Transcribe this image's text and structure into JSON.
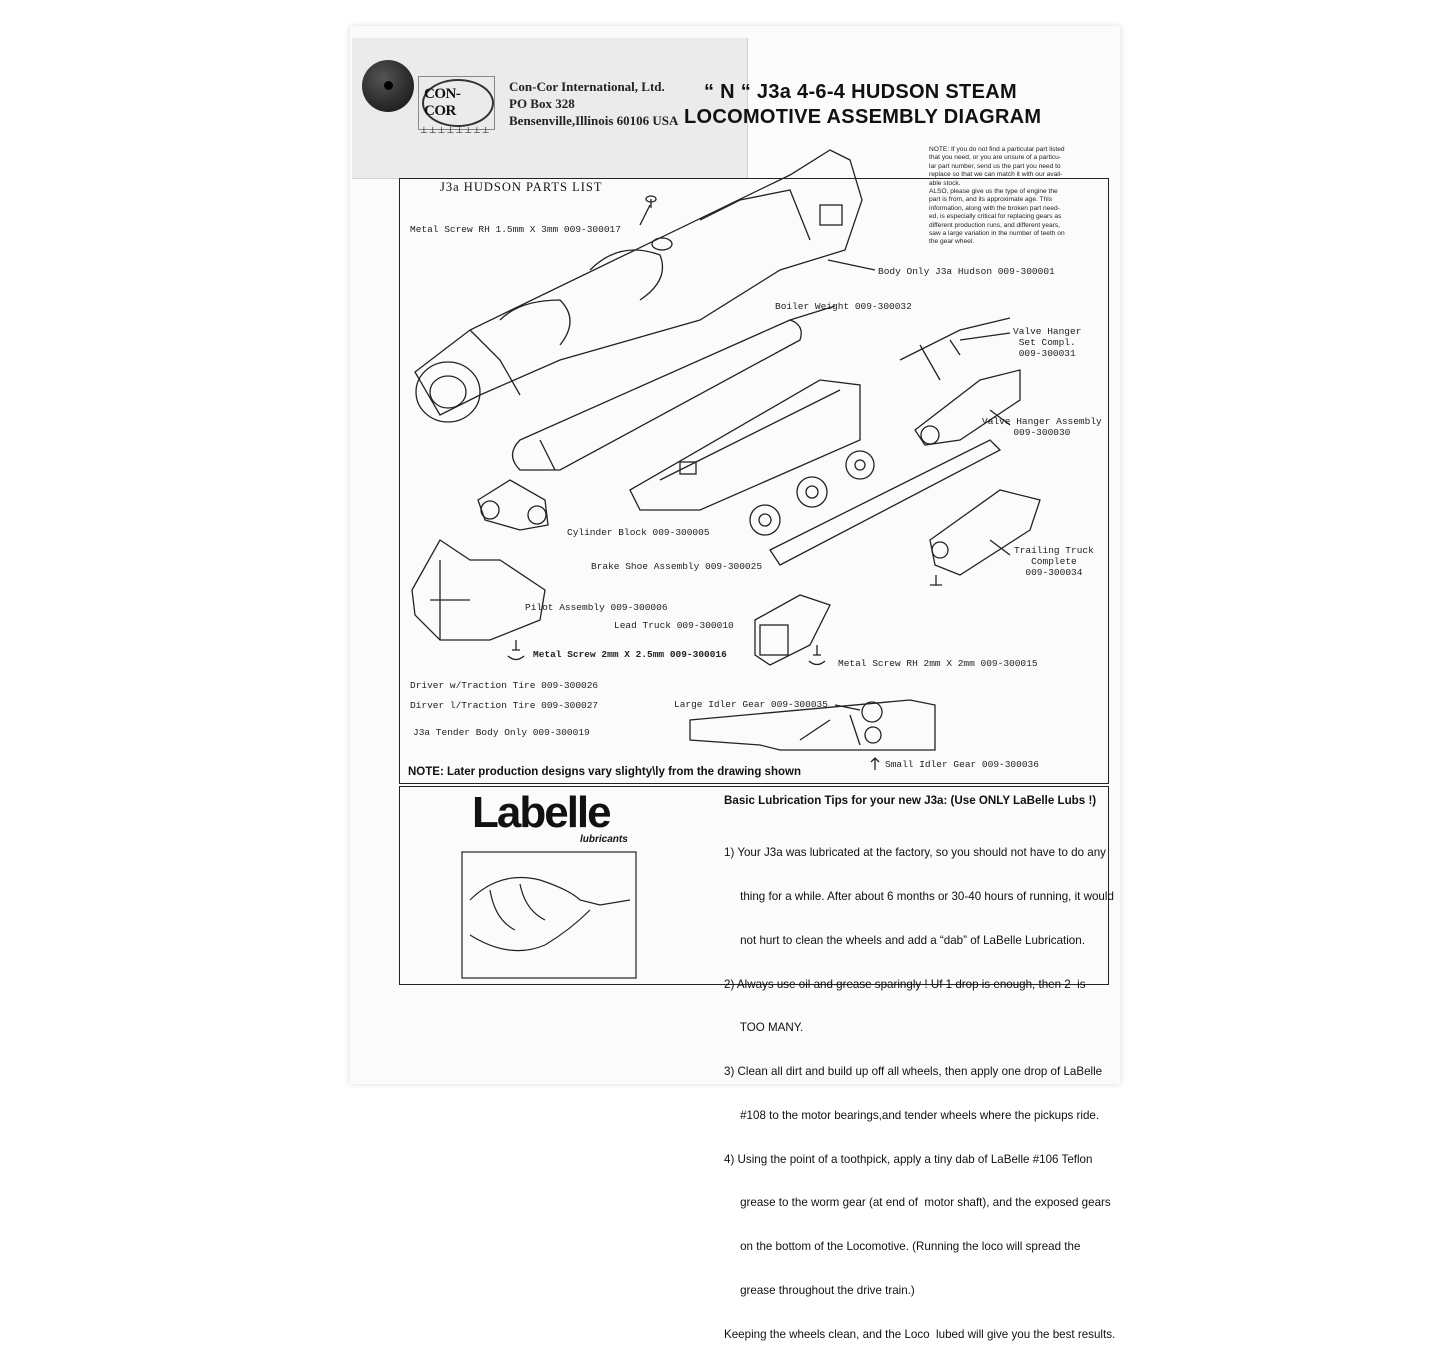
{
  "company": {
    "logo_text": "CON-COR",
    "name": "Con-Cor International, Ltd.",
    "address1": "PO Box 328",
    "address2": "Bensenville,Illinois 60106 USA"
  },
  "header": {
    "title1": "“ N “ J3a  4-6-4  HUDSON STEAM",
    "title2": "LOCOMOTIVE ASSEMBLY DIAGRAM"
  },
  "note_top": [
    "NOTE: If you do not find a particular part listed",
    "that you need, or you are unsure of a particu-",
    "lar part number, send us the part you need to",
    "replace so that we can match it with our avail-",
    "able stock.",
    "ALSO, please give us the type of engine the",
    "part is from, and its approximate age. This",
    "information, along with the broken part need-",
    "ed, is especially critical for replacing gears as",
    "different production runs, and different years,",
    "saw a large variation in the number of teeth on",
    "the gear wheel."
  ],
  "parts_list_title": "J3a HUDSON  PARTS LIST",
  "parts": {
    "metal_screw_rh_15": "Metal Screw RH 1.5mm X 3mm  009-300017",
    "body_only": "Body Only J3a Hudson  009-300001",
    "boiler_weight": "Boiler Weight  009-300032",
    "valve_hanger_set_1": "Valve Hanger",
    "valve_hanger_set_2": "Set Compl.",
    "valve_hanger_set_3": "009-300031",
    "valve_hanger_assembly_1": "Valve Hanger Assembly",
    "valve_hanger_assembly_2": "009-300030",
    "cylinder_block": "Cylinder Block  009-300005",
    "brake_shoe": "Brake Shoe Assembly  009-300025",
    "trailing_truck_1": "Trailing Truck",
    "trailing_truck_2": "Complete",
    "trailing_truck_3": "009-300034",
    "pilot_assembly": "Pilot Assembly  009-300006",
    "lead_truck": "Lead Truck  009-300010",
    "metal_screw_2x25": "Metal Screw 2mm X 2.5mm  009-300016",
    "metal_screw_rh_2x2": "Metal Screw RH 2mm X 2mm  009-300015",
    "driver_traction": "Driver w/Traction Tire  009-300026",
    "dirver_traction": "Dirver l/Traction Tire  009-300027",
    "tender_body": "J3a Tender Body Only  009-300019",
    "large_idler": "Large Idler Gear  009-300035",
    "small_idler": "Small Idler Gear  009-300036"
  },
  "note_bottom": "NOTE: Later production designs vary slighty\\ly from the drawing shown",
  "lubrication": {
    "brand": "Labelle",
    "brand_sub": "lubricants",
    "heading": "Basic Lubrication Tips for your new J3a: (Use ONLY LaBelle Lubs !)",
    "lines": [
      "1) Your J3a was lubricated at the factory, so you should not have to do any",
      "     thing for a while. After about 6 months or 30-40 hours of running, it would",
      "     not hurt to clean the wheels and add a “dab” of LaBelle Lubrication.",
      "2) Always use oil and grease sparingly ! Uf 1 drop is enough, then 2  is",
      "     TOO MANY.",
      "3) Clean all dirt and build up off all wheels, then apply one drop of LaBelle",
      "     #108 to the motor bearings,and tender wheels where the pickups ride.",
      "4) Using the point of a toothpick, apply a tiny dab of LaBelle #106 Teflon",
      "     grease to the worm gear (at end of  motor shaft), and the exposed gears",
      "     on the bottom of the Locomotive. (Running the loco will spread the",
      "     grease throughout the drive train.)",
      "Keeping the wheels clean, and the Loco  lubed will give you the best results."
    ]
  }
}
